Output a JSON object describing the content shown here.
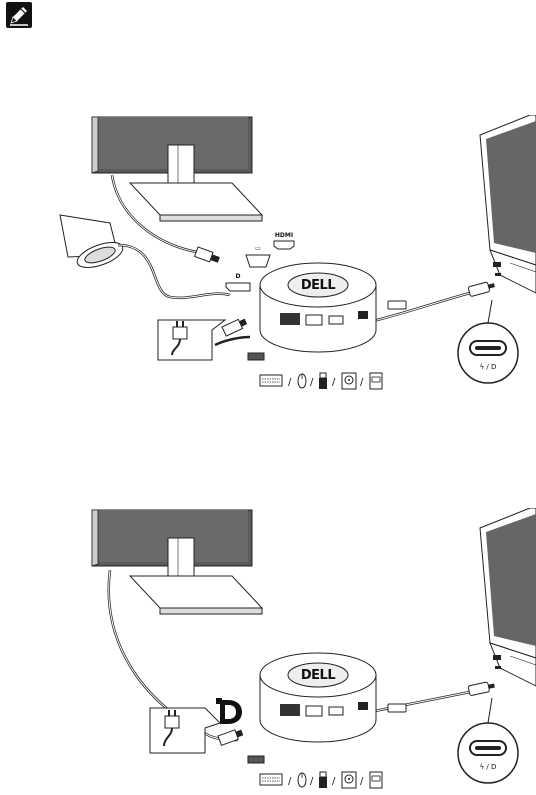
{
  "note": {
    "icon": "note-pencil-icon"
  },
  "diagram_top": {
    "hub_brand": "DELL",
    "port_labels": {
      "vga": "▭",
      "hdmi": "HDMI",
      "displayport": "D"
    },
    "usb_c_port_label": "ϟ / D",
    "icons": [
      "power-plug-icon",
      "keyboard-icon",
      "mouse-icon",
      "usb-drive-icon",
      "external-drive-icon",
      "printer-icon"
    ]
  },
  "diagram_bottom": {
    "hub_brand": "DELL",
    "usb_c_port_label": "ϟ / D",
    "icons": [
      "power-plug-icon",
      "displayport-logo-icon",
      "keyboard-icon",
      "mouse-icon",
      "usb-drive-icon",
      "external-drive-icon",
      "printer-icon"
    ]
  }
}
